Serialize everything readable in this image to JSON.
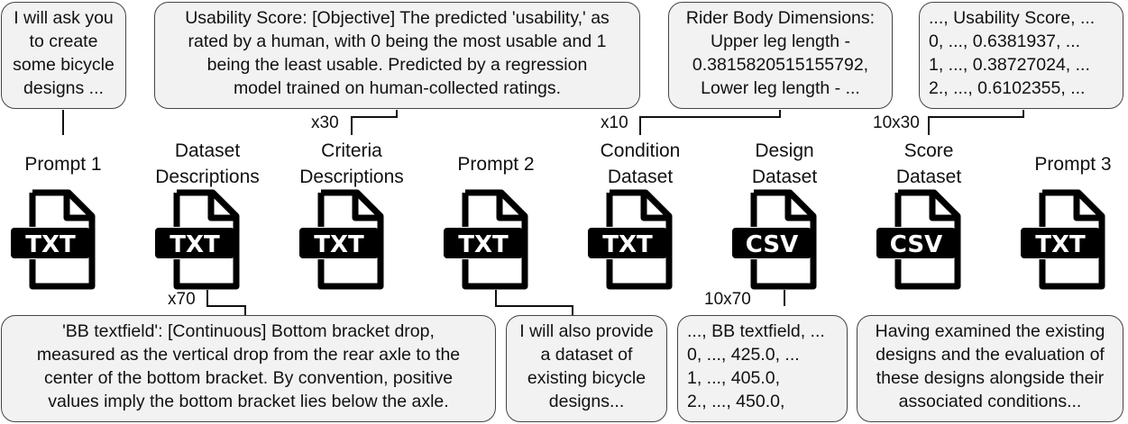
{
  "top_bubbles": [
    {
      "text": "I will ask you\nto create\nsome bicycle\ndesigns ..."
    },
    {
      "text": "Usability Score: [Objective] The predicted 'usability,' as\nrated by a human, with 0 being the most usable and 1\nbeing the least usable. Predicted by a regression\nmodel trained on human-collected ratings."
    },
    {
      "text": "Rider Body Dimensions:\nUpper leg length -\n0.3815820515155792,\nLower leg length - ..."
    },
    {
      "text": "..., Usability Score, ...\n0, ..., 0.6381937, ...\n1, ..., 0.38727024, ...\n2., ..., 0.6102355, ..."
    }
  ],
  "bottom_bubbles": [
    {
      "text": "'BB textfield': [Continuous] Bottom bracket drop,\nmeasured as the vertical drop from the rear axle to the\ncenter of the bottom bracket. By convention, positive\nvalues imply the bottom bracket lies below the axle."
    },
    {
      "text": "I will also provide\na dataset of\nexisting bicycle\ndesigns..."
    },
    {
      "text": "..., BB textfield, ...\n0, ..., 425.0, ...\n1, ..., 405.0,\n2., ..., 450.0,"
    },
    {
      "text": "Having examined the existing\ndesigns and the evaluation of\nthese designs alongside their\nassociated conditions..."
    }
  ],
  "files": [
    {
      "label": "Prompt 1",
      "type": "TXT"
    },
    {
      "label": "Dataset\nDescriptions",
      "type": "TXT"
    },
    {
      "label": "Criteria\nDescriptions",
      "type": "TXT"
    },
    {
      "label": "Prompt 2",
      "type": "TXT"
    },
    {
      "label": "Condition\nDataset",
      "type": "TXT"
    },
    {
      "label": "Design\nDataset",
      "type": "CSV"
    },
    {
      "label": "Score\nDataset",
      "type": "CSV"
    },
    {
      "label": "Prompt 3",
      "type": "TXT"
    }
  ],
  "multipliers": {
    "criteria": "x30",
    "condition": "x10",
    "score": "10x30",
    "dataset_desc": "x70",
    "design": "10x70"
  }
}
